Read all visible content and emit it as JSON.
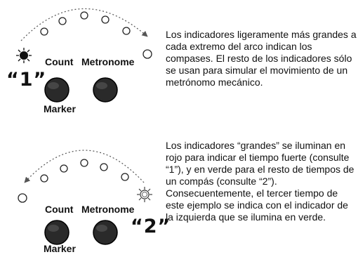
{
  "figure_1": {
    "count_label": "Count",
    "metronome_label": "Metronome",
    "marker_label": "Marker",
    "beat_label": "“1”"
  },
  "figure_2": {
    "count_label": "Count",
    "metronome_label": "Metronome",
    "marker_label": "Marker",
    "beat_label": "“2”"
  },
  "paragraphs": [
    "Los indicadores ligeramente más grandes a cada extremo del arco indican los compases. El resto de los indicadores sólo se usan para simular el movimiento de un metrónomo mecánico.",
    "Los indicadores “grandes” se iluminan en rojo para indicar el tiempo fuerte (consulte “1”), y en verde para el resto de tiempos de un compás (consulte “2”). Consecuentemente, el tercer tiempo de este ejemplo se indica con el indicador de la izquierda que se ilumina en verde."
  ]
}
